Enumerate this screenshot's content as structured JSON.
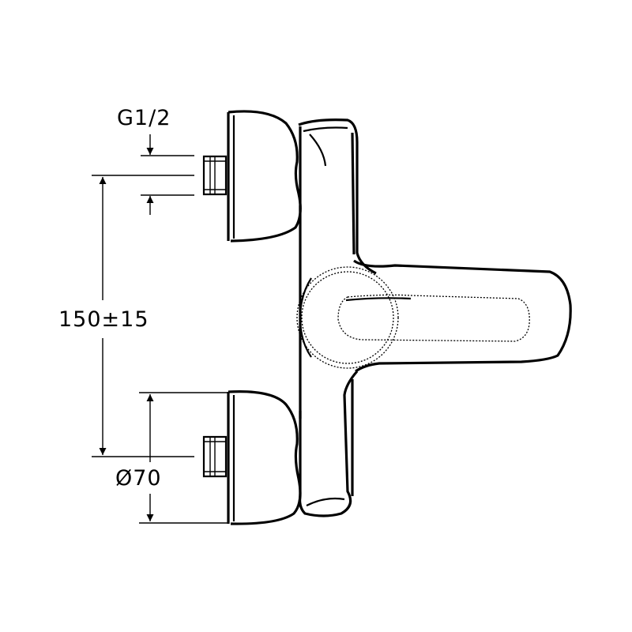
{
  "drawing": {
    "thread_label": "G1/2",
    "center_distance_label": "150±15",
    "diameter_label": "Ø70"
  }
}
